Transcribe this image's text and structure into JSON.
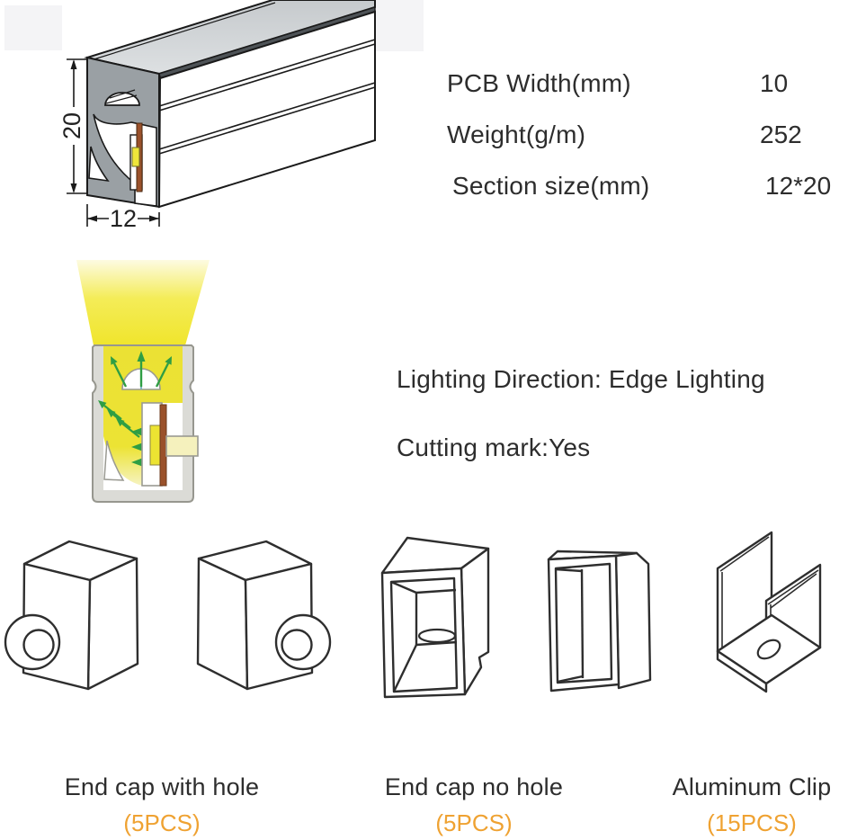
{
  "product_drawing": {
    "height_dim": "20",
    "width_dim": "12"
  },
  "specs": {
    "rows": [
      {
        "label": "PCB Width(mm)",
        "value": "10"
      },
      {
        "label": "Weight(g/m)",
        "value": "252"
      },
      {
        "label": "Section size(mm)",
        "value": "12*20"
      }
    ]
  },
  "lighting": {
    "direction": "Lighting Direction: Edge Lighting",
    "cutting": "Cutting mark:Yes"
  },
  "accessories": [
    {
      "name": "End cap with hole",
      "qty": "(5PCS)"
    },
    {
      "name": "End cap no hole",
      "qty": "(5PCS)"
    },
    {
      "name": "Aluminum Clip",
      "qty": "(15PCS)"
    }
  ],
  "colors": {
    "accent_orange": "#efa232",
    "beam_yellow": "#f0e52c",
    "arrow_green": "#2f9e44",
    "pcb_brown": "#9a512b",
    "led_yellow": "#efe63a",
    "body_gray": "#dbdbd6",
    "section_face_gray": "#9aa0a4",
    "text": "#2d2d2d"
  }
}
